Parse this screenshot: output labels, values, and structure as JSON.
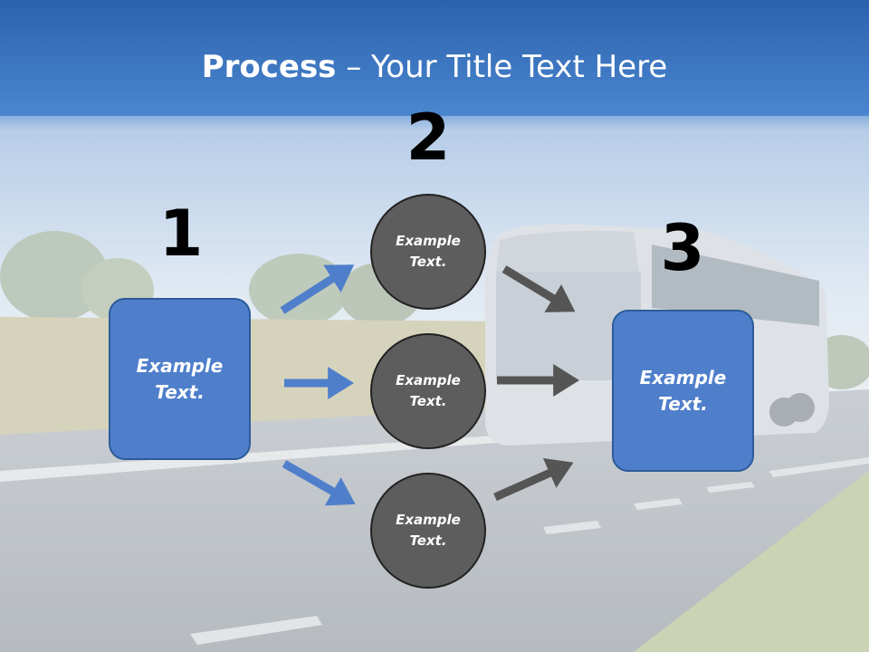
{
  "slide": {
    "title_bold": "Process",
    "title_rest": " – Your Title Text Here",
    "step_numbers": [
      "1",
      "2",
      "3"
    ],
    "left_box": "Example Text.",
    "circles": [
      "Example Text.",
      "Example Text.",
      "Example Text."
    ],
    "right_box": "Example Text."
  },
  "colors": {
    "blue_box": "#4f7fcb",
    "blue_arrow": "#4f7fcb",
    "gray_circle": "#5d5d5d",
    "gray_arrow": "#555555",
    "title_band": "#3f74bd"
  }
}
